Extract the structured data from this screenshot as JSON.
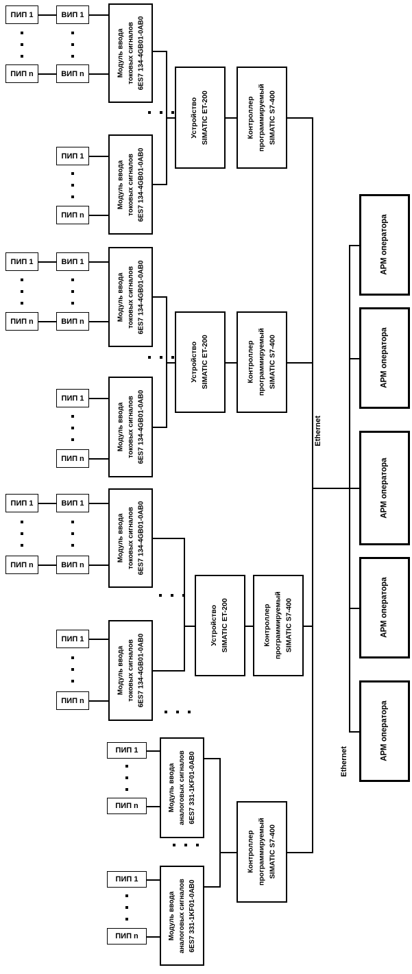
{
  "labels": {
    "pip_1": "ПИП 1",
    "pip_n": "ПИП n",
    "vip_1": "ВИП 1",
    "vip_n": "ВИП n",
    "ethernet": "Ethernet"
  },
  "module_current": {
    "line1": "Модуль ввода",
    "line2": "токовых сигналов",
    "line3": "6ES7 134-4GB01-0AB0"
  },
  "module_analog": {
    "line1": "Модуль ввода",
    "line2": "аналоговых сигналов",
    "line3": "6ES7 331-1KF01-0AB0"
  },
  "et200": {
    "line1": "Устройство",
    "line2": "SIMATIC ET-200"
  },
  "controller": {
    "line1": "Контроллер",
    "line2": "программируемый",
    "line3": "SIMATIC S7-400"
  },
  "arm": {
    "label": "АРМ оператора"
  }
}
